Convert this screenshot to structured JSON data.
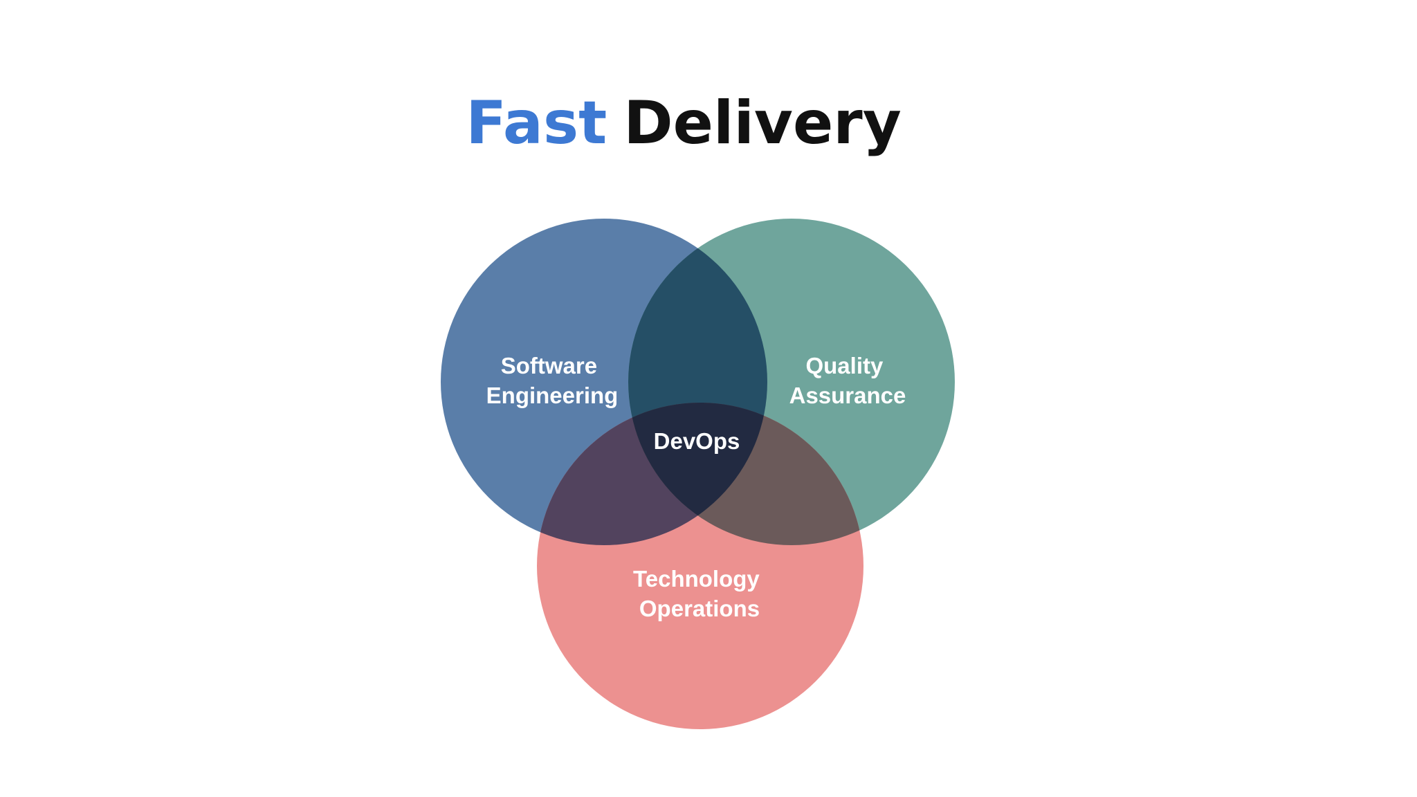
{
  "title": {
    "accent_word": "Fast",
    "rest": "Delivery",
    "accent_color": "#3d79d3",
    "text_color": "#111111"
  },
  "venn": {
    "circles": [
      {
        "id": "software-engineering",
        "lines": [
          "Software",
          "Engineering"
        ],
        "color": "#5a7ea9"
      },
      {
        "id": "quality-assurance",
        "lines": [
          "Quality",
          "Assurance"
        ],
        "color": "#6fa59c"
      },
      {
        "id": "technology-operations",
        "lines": [
          "Technology",
          "Operations"
        ],
        "color": "#ec9190"
      }
    ],
    "overlaps": {
      "engineering_quality": "#254f66",
      "engineering_operations": "#52435e",
      "quality_operations": "#6b5a5a",
      "center": "#222a41"
    },
    "center_label": "DevOps"
  }
}
